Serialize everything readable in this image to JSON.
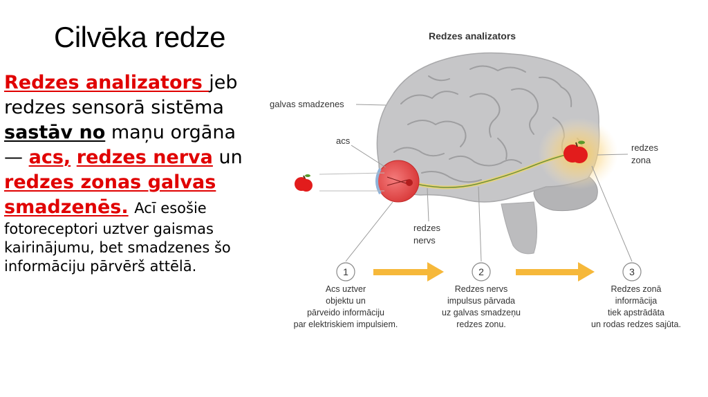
{
  "slide": {
    "title": "Cilvēka redze",
    "text": {
      "p1": "Redzes analizators ",
      "p2": "jeb redzes sensorā sistēma ",
      "p3": "sastāv no",
      "p4": " maņu orgāna — ",
      "p5": "acs,",
      "p6": " ",
      "p7": "redzes nerva",
      "p8": " un ",
      "p9": "redzes zonas galvas smadzenēs",
      "p10": ".",
      "p11": " Acī esošie fotoreceptori uztver gaismas kairinājumu, bet smadzenes šo informāciju pārvērš attēlā."
    }
  },
  "diagram": {
    "title": "Redzes analizators",
    "labels": {
      "brain": "galvas smadzenes",
      "eye": "acs",
      "zone1": "redzes",
      "zone2": "zona",
      "nerve1": "redzes",
      "nerve2": "nervs"
    },
    "steps": [
      {
        "num": "1",
        "lines": [
          "Acs uztver",
          "objektu un",
          "pārveido informāciju",
          "par elektriskiem impulsiem."
        ]
      },
      {
        "num": "2",
        "lines": [
          "Redzes nervs",
          "impulsus pārvada",
          "uz galvas smadzeņu",
          "redzes zonu."
        ]
      },
      {
        "num": "3",
        "lines": [
          "Redzes zonā",
          "informācija",
          "tiek apstrādāta",
          "un rodas redzes sajūta."
        ]
      }
    ],
    "colors": {
      "brain": "#c6c6c8",
      "brain_stroke": "#a8a8aa",
      "cerebellum": "#b4b4b6",
      "apple": "#e21c1c",
      "arrow": "#f6b83a",
      "glow": "#f9c84f",
      "nerve": "#d9b83a",
      "eye": "#e84d4d",
      "text": "#333333"
    }
  }
}
